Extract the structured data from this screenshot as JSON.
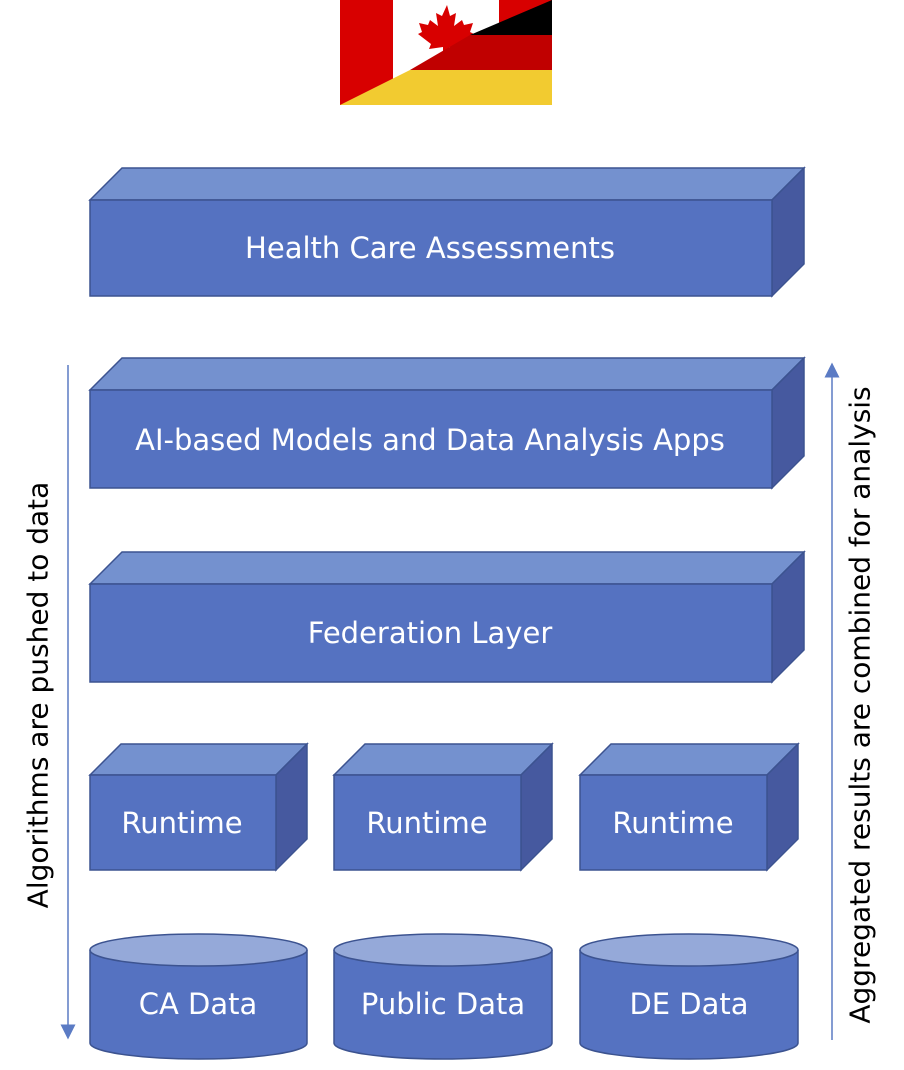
{
  "flag": {
    "description_icon": "canada-germany-flag-icon"
  },
  "layers": {
    "health_care": "Health Care Assessments",
    "ai_models": "AI-based Models and Data Analysis Apps",
    "federation": "Federation Layer"
  },
  "runtimes": [
    "Runtime",
    "Runtime",
    "Runtime"
  ],
  "data_stores": [
    "CA Data",
    "Public Data",
    "DE Data"
  ],
  "arrows": {
    "left": "Algorithms are pushed to data",
    "right": "Aggregated results are combined for analysis"
  },
  "colors": {
    "front": "#5572C1",
    "top": "#7491CF",
    "side": "#46599F",
    "cylinder_top": "#95A9D9",
    "arrow": "#5B7BC4"
  }
}
